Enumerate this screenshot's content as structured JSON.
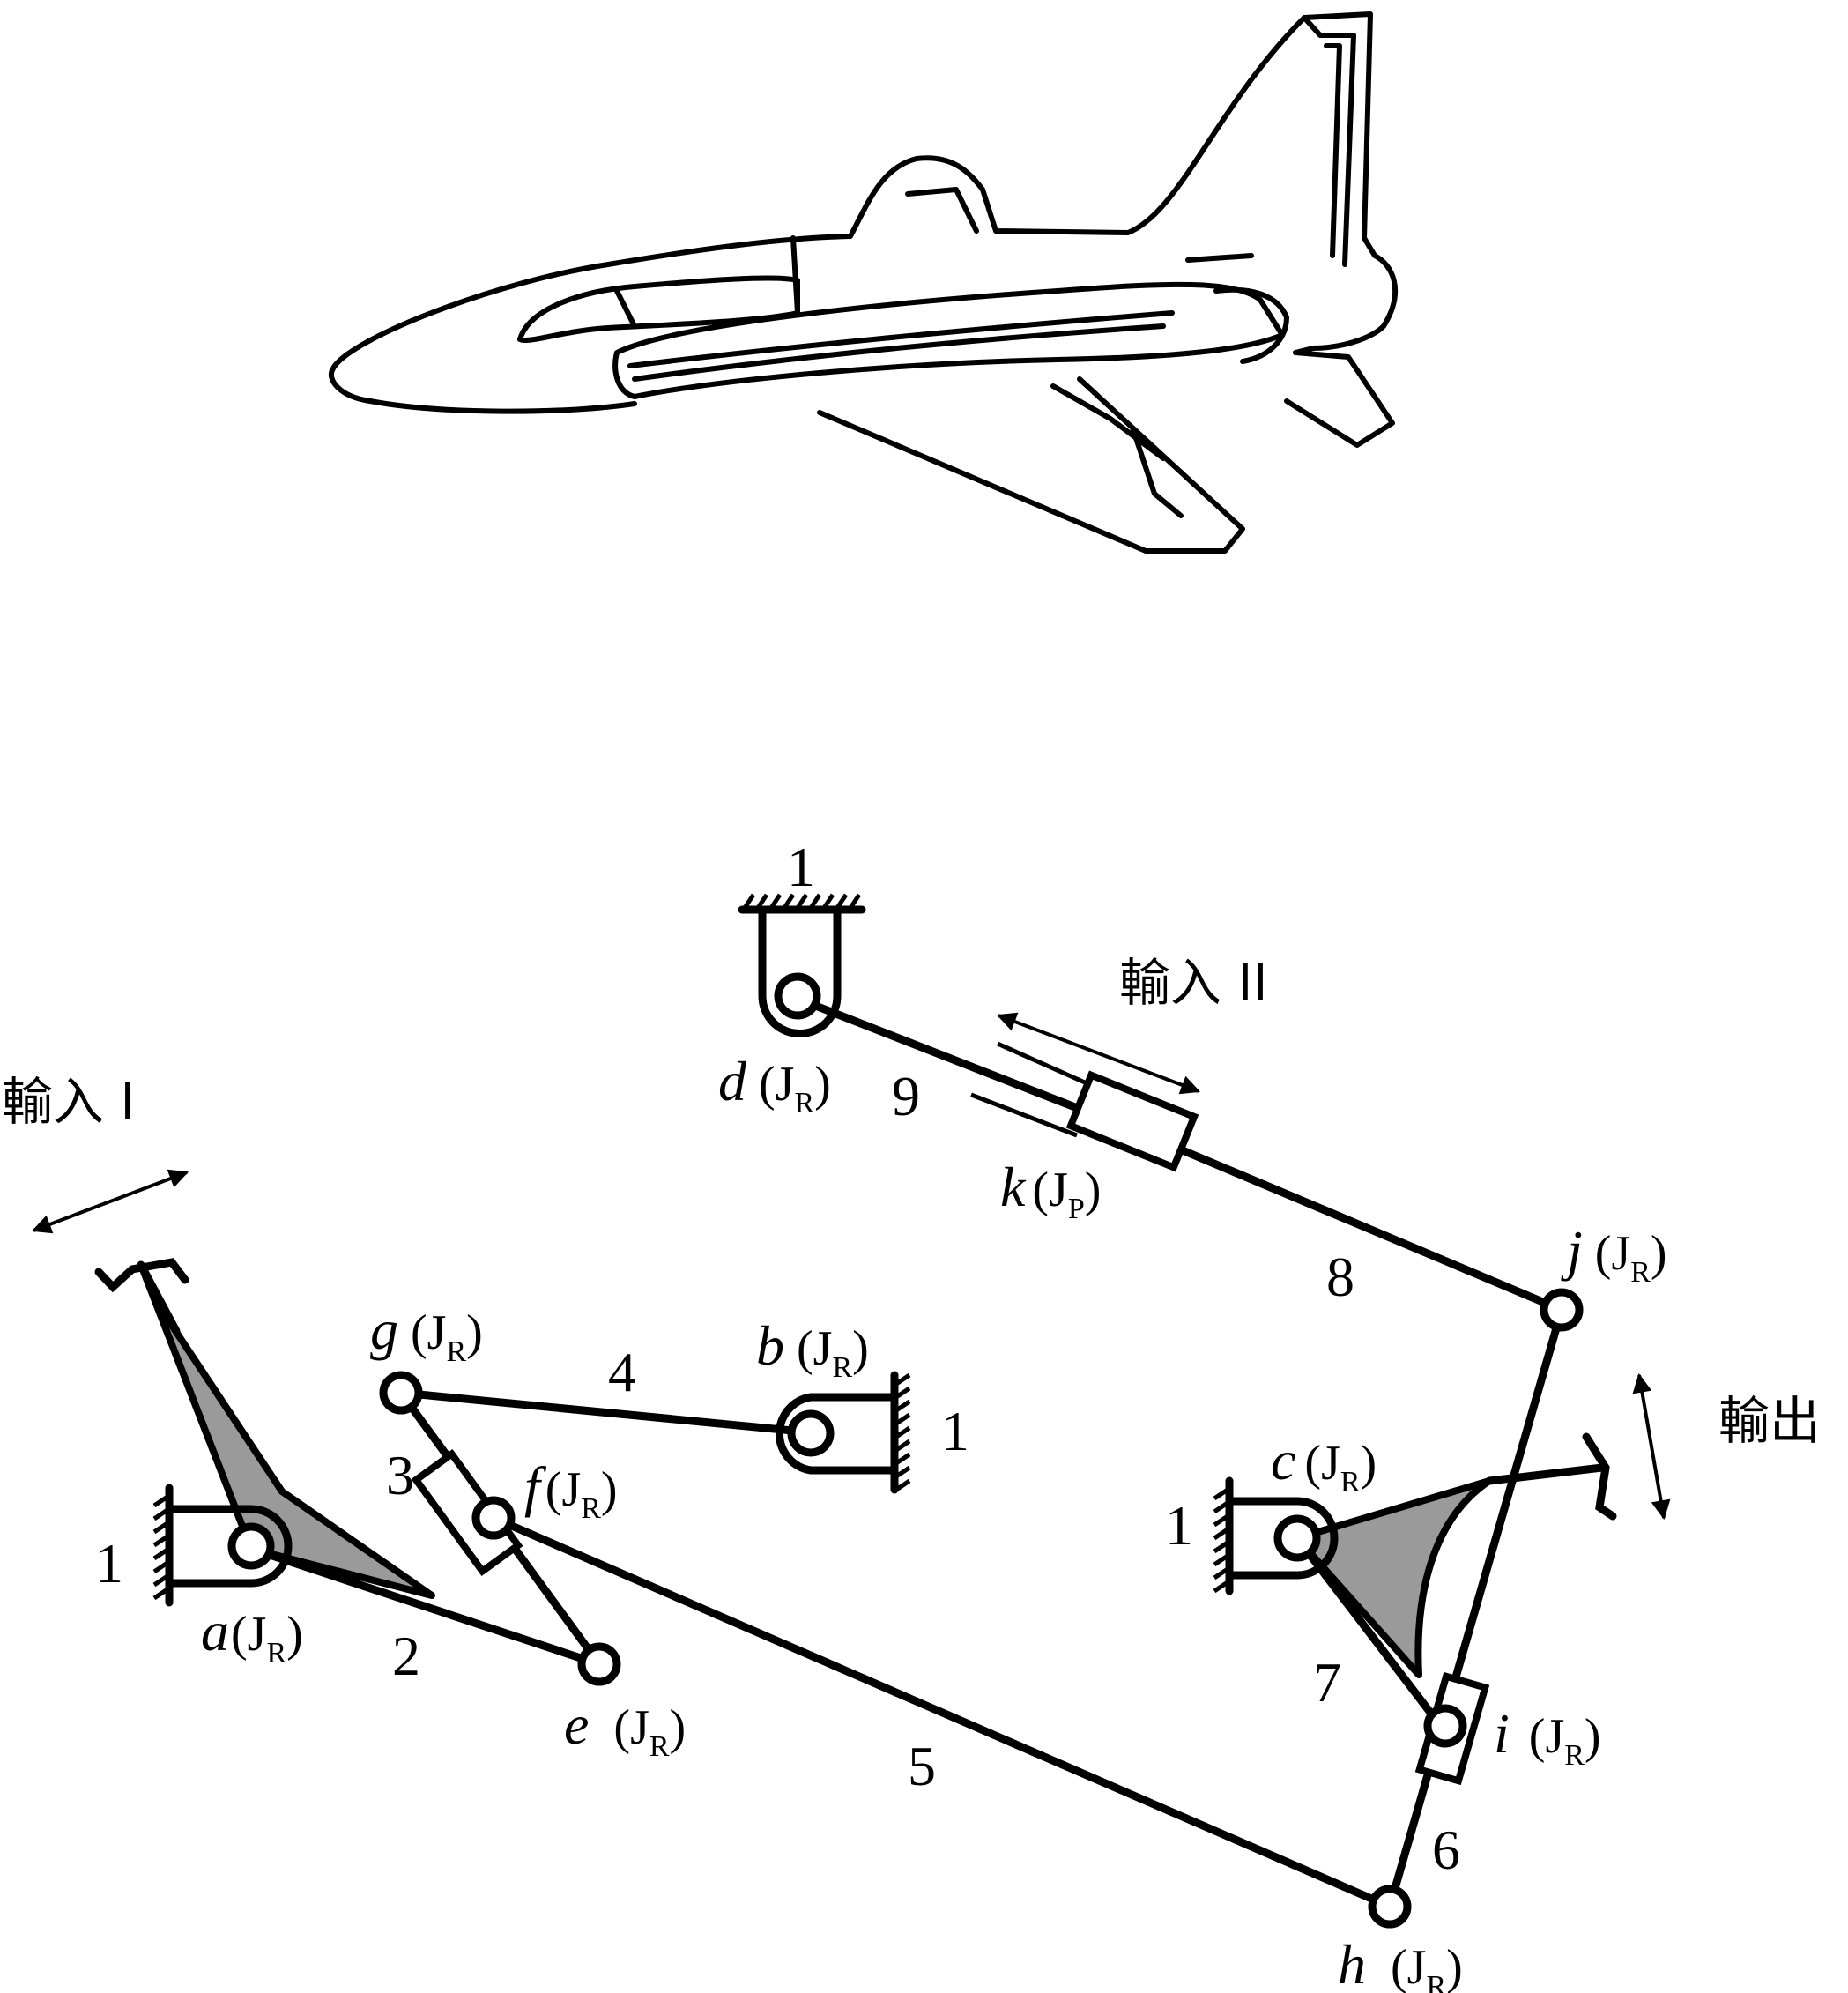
{
  "labels": {
    "link_1_top": "1",
    "link_1_b": "1",
    "link_1_a": "1",
    "link_1_c": "1",
    "link_2": "2",
    "link_3": "3",
    "link_4": "4",
    "link_5": "5",
    "link_6": "6",
    "link_7": "7",
    "link_8": "8",
    "link_9": "9"
  },
  "joints": {
    "a": {
      "letter": "a",
      "type": "J",
      "sub": "R"
    },
    "b": {
      "letter": "b",
      "type": "J",
      "sub": "R"
    },
    "c": {
      "letter": "c",
      "type": "J",
      "sub": "R"
    },
    "d": {
      "letter": "d",
      "type": "J",
      "sub": "R"
    },
    "e": {
      "letter": "e",
      "type": "J",
      "sub": "R"
    },
    "f": {
      "letter": "f",
      "type": "J",
      "sub": "R"
    },
    "g": {
      "letter": "g",
      "type": "J",
      "sub": "R"
    },
    "h": {
      "letter": "h",
      "type": "J",
      "sub": "R"
    },
    "i": {
      "letter": "i",
      "type": "J",
      "sub": "R"
    },
    "j": {
      "letter": "j",
      "type": "J",
      "sub": "R"
    },
    "k": {
      "letter": "k",
      "type": "J",
      "sub": "P"
    }
  },
  "annotations": {
    "input_1": "輸入 I",
    "input_2": "輸入 II",
    "output": "輸出"
  },
  "colors": {
    "ink": "#000000",
    "shade": "#9a9a9a",
    "background": "#ffffff"
  }
}
